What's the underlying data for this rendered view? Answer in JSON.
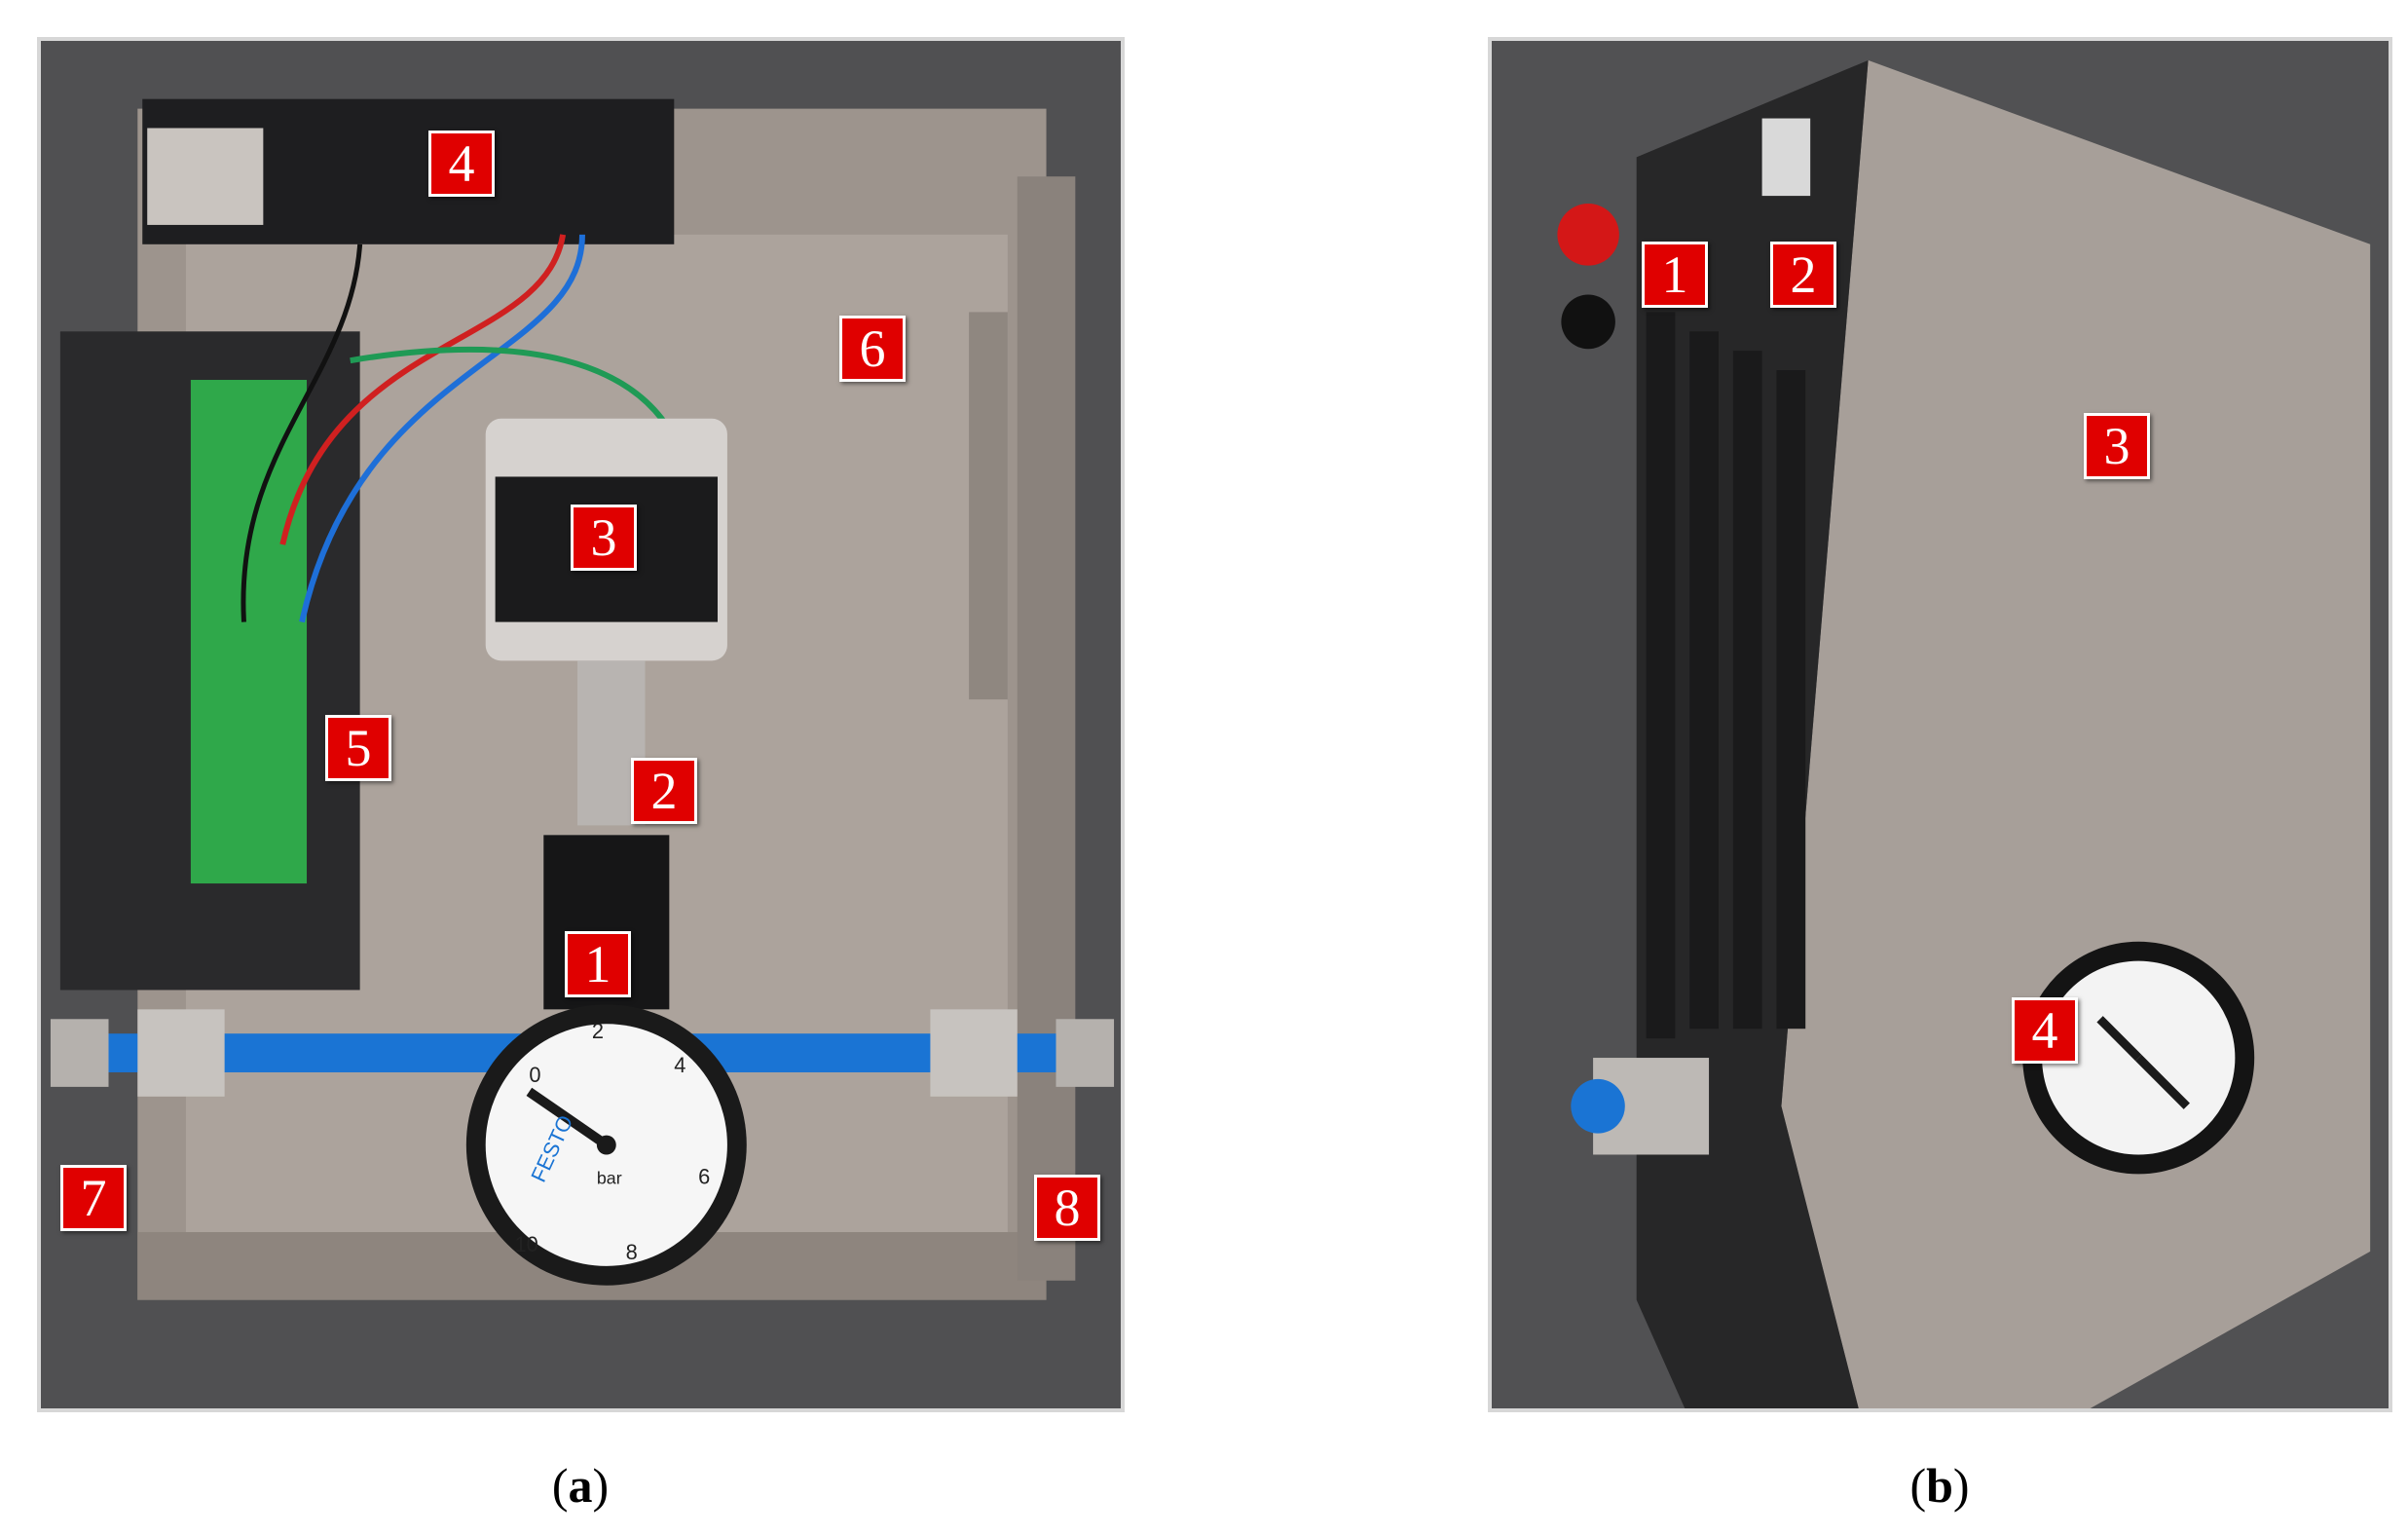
{
  "panel_a": {
    "caption_open": "(",
    "caption_letter": "a",
    "caption_close": ")",
    "markers": [
      "1",
      "2",
      "3",
      "4",
      "5",
      "6",
      "7",
      "8"
    ]
  },
  "panel_b": {
    "caption_open": "(",
    "caption_letter": "b",
    "caption_close": ")",
    "markers": [
      "1",
      "2",
      "3",
      "4"
    ]
  },
  "gauge_a": {
    "brand": "FESTO",
    "unit": "bar",
    "ticks": [
      "0",
      "2",
      "4",
      "6",
      "8",
      "10"
    ]
  },
  "colors": {
    "marker_red": "#e00000",
    "tube_blue": "#1a74d4",
    "case_grey": "#a79f99"
  }
}
